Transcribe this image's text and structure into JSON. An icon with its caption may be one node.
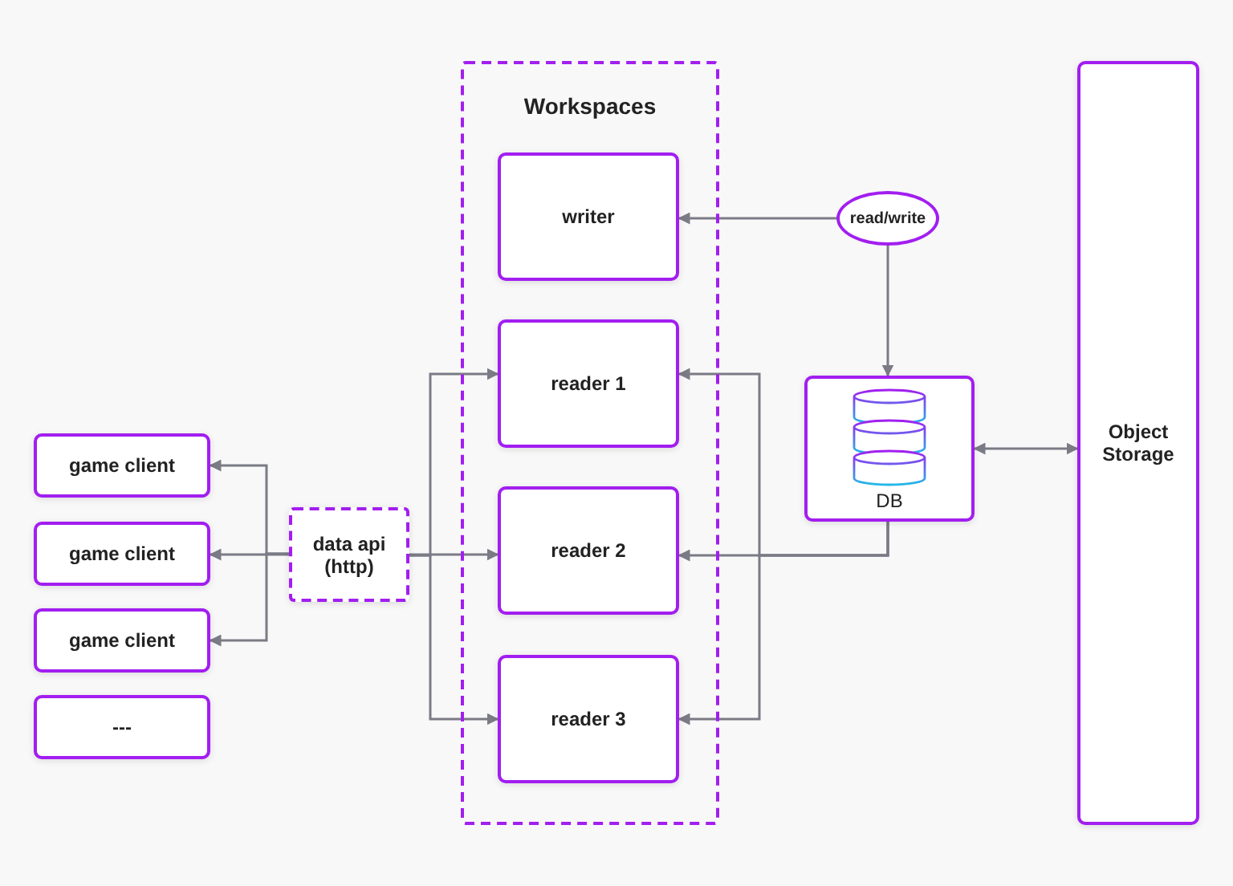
{
  "diagram": {
    "nodes": [
      {
        "text": [
          "Workspaces"
        ]
      },
      {
        "text": [
          "writer"
        ],
        "in": 0
      },
      {
        "text": [
          "reader 1"
        ],
        "in": 0
      },
      {
        "text": [
          "reader 2"
        ],
        "in": 0
      },
      {
        "text": [
          "reader 3"
        ],
        "in": 0
      },
      {
        "text": [
          "game client"
        ]
      },
      {
        "text": [
          "game client"
        ]
      },
      {
        "text": [
          "game client"
        ]
      },
      {
        "text": [
          "---"
        ]
      },
      {
        "text": [
          "data api (http)"
        ]
      },
      {
        "text": [
          "read/write"
        ]
      },
      {
        "text": [
          "DB"
        ]
      },
      {
        "text": [
          "Object Storage"
        ]
      }
    ],
    "edges": [
      {
        "from": 9,
        "to": 5,
        "arrow": "to"
      },
      {
        "from": 9,
        "to": 6,
        "arrow": "to"
      },
      {
        "from": 9,
        "to": 7,
        "arrow": "to"
      },
      {
        "from": 9,
        "to": 2,
        "arrow": "to"
      },
      {
        "from": 9,
        "to": 3,
        "arrow": "to"
      },
      {
        "from": 9,
        "to": 4,
        "arrow": "to"
      },
      {
        "from": 10,
        "to": 1,
        "arrow": "to"
      },
      {
        "from": 10,
        "to": 11,
        "arrow": "to"
      },
      {
        "from": 11,
        "to": 2,
        "arrow": "to"
      },
      {
        "from": 11,
        "to": 3,
        "arrow": "to"
      },
      {
        "from": 11,
        "to": 4,
        "arrow": "to"
      },
      {
        "from": 11,
        "to": 12,
        "arrow": "both"
      }
    ]
  }
}
